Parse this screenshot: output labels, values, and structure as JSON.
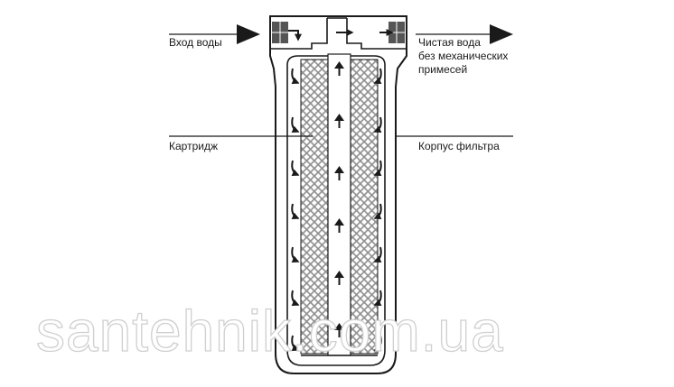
{
  "labels": {
    "inlet": "Вход воды",
    "outlet_line1": "Чистая вода",
    "outlet_line2": "без механических",
    "outlet_line3": "примесей",
    "cartridge": "Картридж",
    "housing": "Корпус фильтра"
  },
  "watermark": "santehnik.com.ua",
  "colors": {
    "line": "#1a1a1a",
    "mesh": "#9a9a9a",
    "port": "#555555",
    "watermark_outline": "#cfcfcf"
  },
  "icons": {
    "flow_arrow": "arrow-icon",
    "curved_flow": "curved-arrow-icon"
  }
}
